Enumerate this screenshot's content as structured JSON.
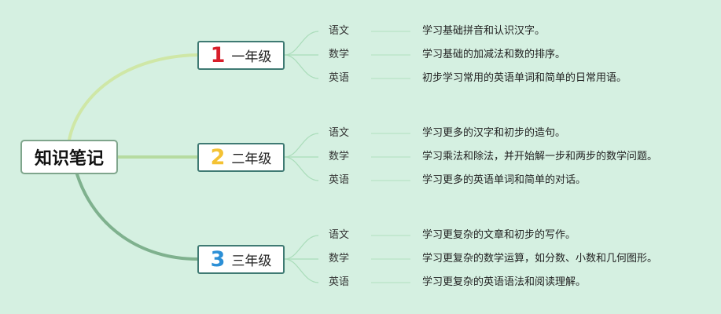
{
  "root": {
    "title": "知识笔记"
  },
  "colors": {
    "background": "#d5f0e1",
    "branch1": "#cfe7a6",
    "branch2": "#b6dba0",
    "branch3": "#7fb18e",
    "grade1_num": "#d81e2a",
    "grade2_num": "#f4c233",
    "grade3_num": "#2b8fd6",
    "leaf_line": "#a9dcb9"
  },
  "grades": [
    {
      "num": "1",
      "label": "一年级",
      "items": [
        {
          "subject": "语文",
          "desc": "学习基础拼音和认识汉字。"
        },
        {
          "subject": "数学",
          "desc": "学习基础的加减法和数的排序。"
        },
        {
          "subject": "英语",
          "desc": "初步学习常用的英语单词和简单的日常用语。"
        }
      ]
    },
    {
      "num": "2",
      "label": "二年级",
      "items": [
        {
          "subject": "语文",
          "desc": "学习更多的汉字和初步的造句。"
        },
        {
          "subject": "数学",
          "desc": "学习乘法和除法，并开始解一步和两步的数学问题。"
        },
        {
          "subject": "英语",
          "desc": "学习更多的英语单词和简单的对话。"
        }
      ]
    },
    {
      "num": "3",
      "label": "三年级",
      "items": [
        {
          "subject": "语文",
          "desc": "学习更复杂的文章和初步的写作。"
        },
        {
          "subject": "数学",
          "desc": "学习更复杂的数学运算，如分数、小数和几何图形。"
        },
        {
          "subject": "英语",
          "desc": "学习更复杂的英语语法和阅读理解。"
        }
      ]
    }
  ]
}
